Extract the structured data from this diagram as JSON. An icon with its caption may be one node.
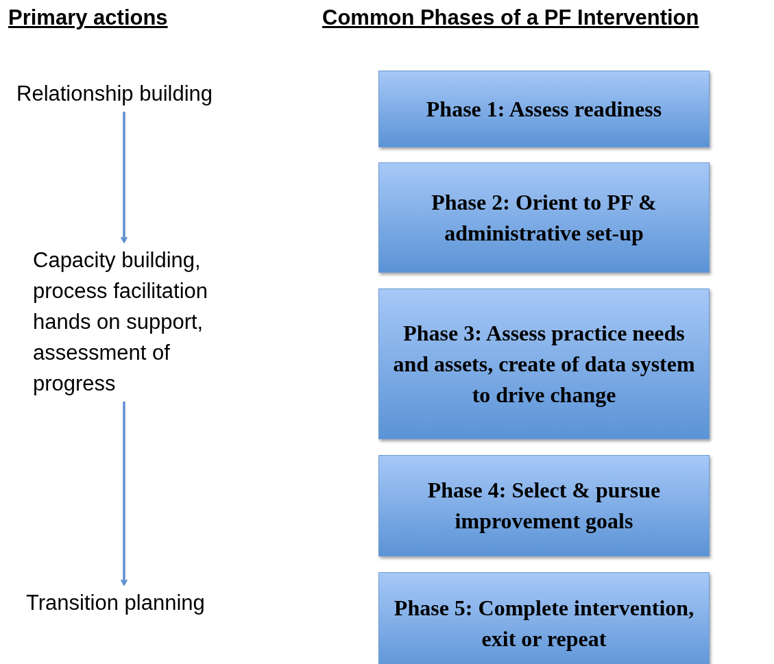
{
  "diagram": {
    "nodes": [
      {
        "text": [
          "Relationship building"
        ]
      },
      {
        "text": [
          "Capacity building, process facilitation hands on support, assessment of progress"
        ]
      },
      {
        "text": [
          "Transition planning"
        ]
      },
      {
        "text": [
          "Phase 1: Assess readiness"
        ]
      },
      {
        "text": [
          "Phase 2: Orient to PF & administrative set-up"
        ]
      },
      {
        "text": [
          "Phase 3: Assess practice needs and assets, create of data system to drive change"
        ]
      },
      {
        "text": [
          "Phase 4: Select & pursue improvement goals"
        ]
      },
      {
        "text": [
          "Phase 5: Complete intervention, exit or repeat"
        ]
      }
    ],
    "edges": [
      {
        "from": 0,
        "to": 1,
        "arrow": "to"
      },
      {
        "from": 1,
        "to": 2,
        "arrow": "to"
      }
    ],
    "labels": [
      "Primary actions",
      "Common Phases of a PF Intervention"
    ]
  }
}
